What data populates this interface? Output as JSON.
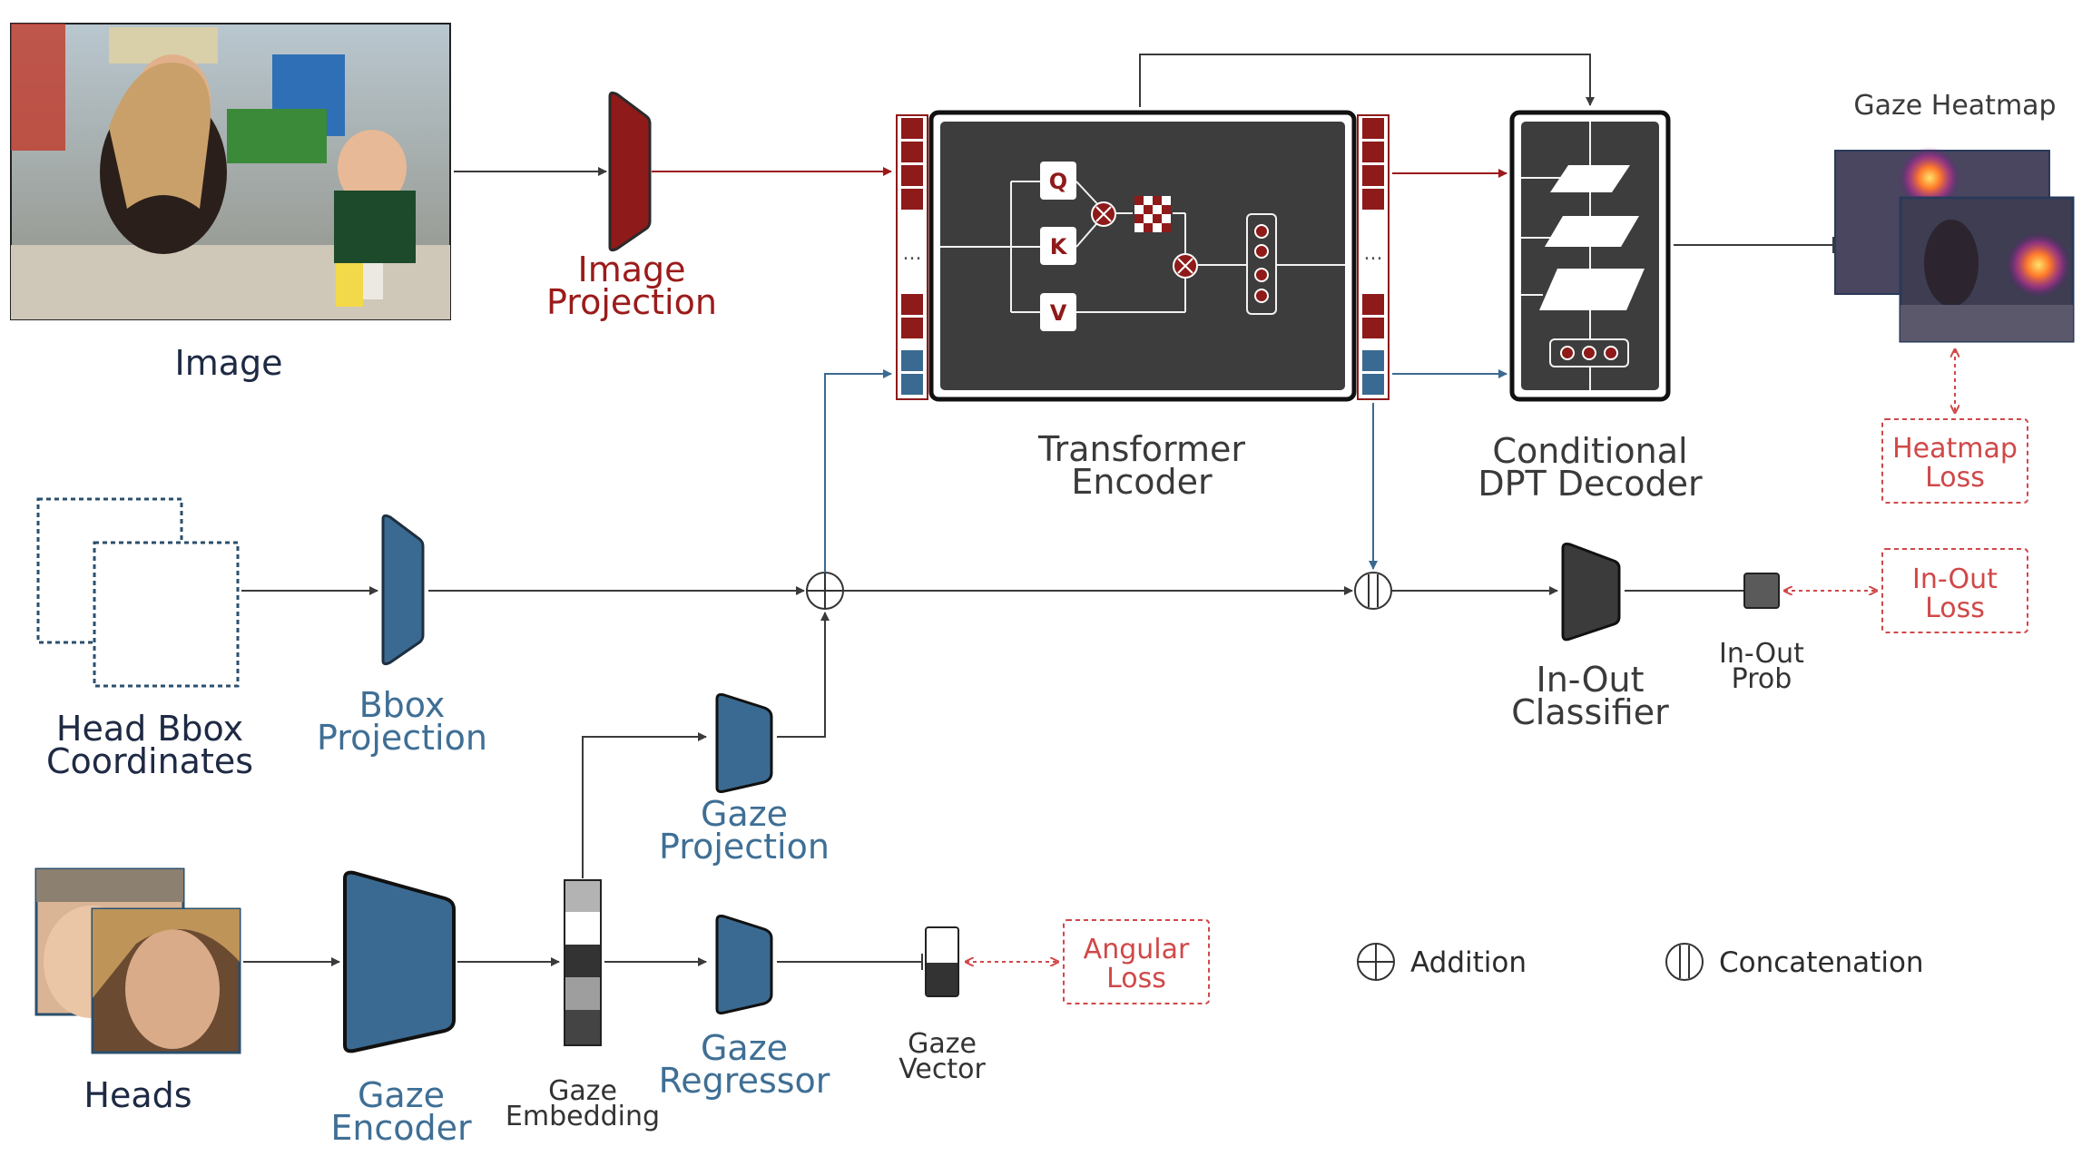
{
  "labels": {
    "image": "Image",
    "image_projection": [
      "Image",
      "Projection"
    ],
    "transformer_encoder": [
      "Transformer",
      "Encoder"
    ],
    "conditional_dpt_decoder": [
      "Conditional",
      "DPT Decoder"
    ],
    "gaze_heatmap": "Gaze Heatmap",
    "heatmap_loss": [
      "Heatmap",
      "Loss"
    ],
    "head_bbox_coordinates": [
      "Head Bbox",
      "Coordinates"
    ],
    "bbox_projection": [
      "Bbox",
      "Projection"
    ],
    "in_out_classifier": [
      "In-Out",
      "Classifier"
    ],
    "in_out_prob": [
      "In-Out",
      "Prob"
    ],
    "in_out_loss": [
      "In-Out",
      "Loss"
    ],
    "gaze_projection": [
      "Gaze",
      "Projection"
    ],
    "heads": "Heads",
    "gaze_encoder": [
      "Gaze",
      "Encoder"
    ],
    "gaze_embedding": [
      "Gaze",
      "Embedding"
    ],
    "gaze_regressor": [
      "Gaze",
      "Regressor"
    ],
    "gaze_vector": [
      "Gaze",
      "Vector"
    ],
    "angular_loss": [
      "Angular",
      "Loss"
    ],
    "attention": {
      "q": "Q",
      "k": "K",
      "v": "V"
    },
    "token_ellipsis": "..."
  },
  "legend": {
    "addition": "Addition",
    "concatenation": "Concatenation"
  },
  "colors": {
    "dark_red": "#8e1a1a",
    "steel_blue": "#3a6a91",
    "dark_gray": "#3b3b3b",
    "loss_red": "#d04848",
    "text_navy": "#1e2a44"
  }
}
